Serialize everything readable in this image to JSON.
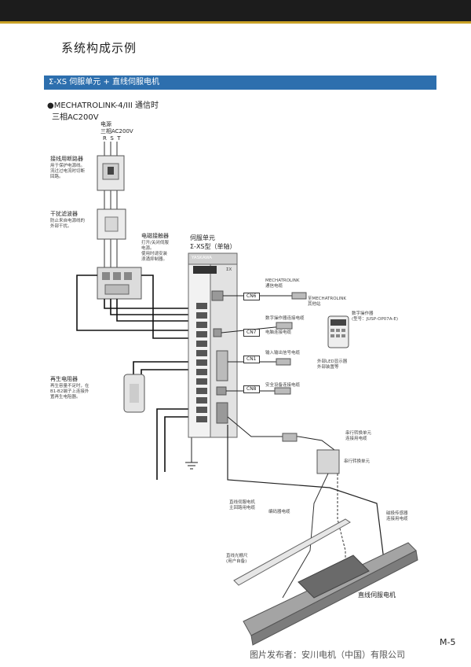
{
  "page_title": "系统构成示例",
  "section_bar": "Σ-XS 伺服单元 + 直线伺服电机",
  "subheading_1": "●MECHATROLINK-4/III 通信时",
  "subheading_2": "三相AC200V",
  "power": {
    "title": "电源",
    "spec": "三相AC200V",
    "phases": "R  S  T"
  },
  "breaker": {
    "title": "接线用断路器",
    "desc": "用于保护电源线。\n流过过电流时切断\n回路。"
  },
  "noise_filter": {
    "title": "干扰滤波器",
    "desc": "防止来自电源线的\n外部干扰。"
  },
  "contactor": {
    "title": "电磁接触器",
    "desc": "打开/关闭伺服\n电源。\n使用时请安装\n浪涌抑制器。"
  },
  "regen_resistor": {
    "title": "再生电阻器",
    "desc": "再生容量不足时，在\nB1-B2端子上连接外\n置再生电阻器。"
  },
  "servo_unit": {
    "title": "伺服单元",
    "model": "Σ-XS型（单轴）",
    "brand": "YASKAWA",
    "logo": "ΣX"
  },
  "connectors": {
    "cn6": "CN6",
    "cn7": "CN7",
    "cn1": "CN1",
    "cn8": "CN8"
  },
  "mechatrolink_cable": "MECHATROLINK\n通信电缆",
  "to_mechatrolink": "至MECHATROLINK\n其他站",
  "digital_operator_cable": "数字操作器连接电缆",
  "digital_operator": "数字操作器\n(型号：JUSP-OP07A-E)",
  "pc_cable": "电脑连接电缆",
  "io_cable": "输入输出信号电缆",
  "external_devices": "外部LED显示器\n外部装置等",
  "safety_cable": "安全设备连接电缆",
  "serial_cable": "串行转换单元\n连接用电缆",
  "serial_unit": "串行转换单元",
  "main_circuit_cable": "直线伺服电机\n主回路用电缆",
  "encoder_cable": "编码器电缆",
  "pole_sensor_cable": "磁极传感器\n连接用电缆",
  "linear_scale": "直线光栅尺\n(用户自备)",
  "linear_motor": "直线伺服电机",
  "page_number": "M-5",
  "credit": "图片发布者：安川电机（中国）有限公司"
}
